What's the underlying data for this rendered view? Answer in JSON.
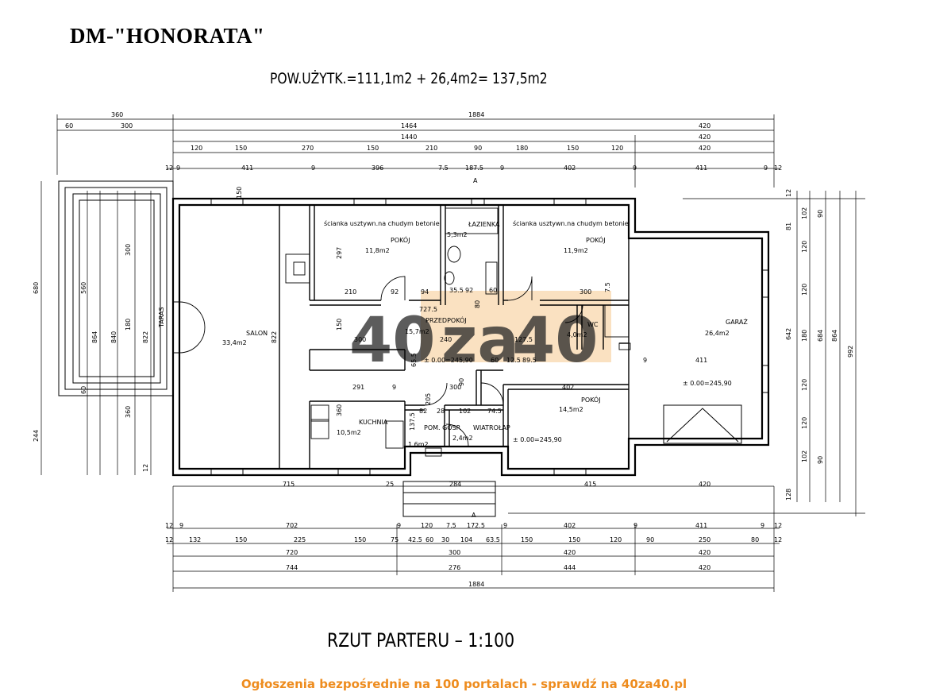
{
  "title": "DM-\"HONORATA\"",
  "area_summary": "POW.UŻYTK.=111,1m2  +  26,4m2=  137,5m2",
  "caption": "RZUT  PARTERU  –  1:100",
  "footer": "Ogłoszenia bezpośrednie na 100 portalach - sprawdź na 40za40.pl",
  "watermark": {
    "text": "40za40",
    "color": "#ee8c1e"
  },
  "rooms": [
    {
      "name": "SALON",
      "area": "33,4m2"
    },
    {
      "name": "POKÓJ",
      "area": "11,8m2"
    },
    {
      "name": "ŁAZIENKA",
      "area": "5,3m2"
    },
    {
      "name": "POKÓJ",
      "area": "11,9m2"
    },
    {
      "name": "PRZEDPOKÓJ",
      "area": "15,7m2"
    },
    {
      "name": "WC",
      "area": "4,0m2"
    },
    {
      "name": "GARAŻ",
      "area": "26,4m2"
    },
    {
      "name": "KUCHNIA",
      "area": "10,5m2"
    },
    {
      "name": "POM. GOSP.",
      "area": "1,6m2"
    },
    {
      "name": "WIATROŁAP",
      "area": "2,4m2"
    },
    {
      "name": "POKÓJ",
      "area": "14,5m2"
    }
  ],
  "labels": {
    "taras": "TARAS",
    "note_left": "ścianka usztywn.na chudym betonie",
    "note_right": "ścianka usztywn.na chudym betonie",
    "level1": "± 0.00=245,90",
    "level2": "± 0.00=245,90",
    "level3": "± 0.00=245,90",
    "section_a": "A"
  },
  "dims_top": {
    "row1": [
      "360",
      "1884"
    ],
    "row2": [
      "60",
      "300",
      "1464",
      "420"
    ],
    "row3": [
      "1440",
      "420"
    ],
    "row4": [
      "120",
      "150",
      "270",
      "150",
      "210",
      "90",
      "180",
      "150",
      "120",
      "420"
    ],
    "row5": [
      "12",
      "9",
      "411",
      "9",
      "396",
      "7.5",
      "187.5",
      "9",
      "402",
      "9",
      "411",
      "9",
      "12"
    ]
  },
  "dims_bottom": {
    "row1": [
      "12",
      "9",
      "702",
      "9",
      "120",
      "7.5",
      "172.5",
      "9",
      "402",
      "9",
      "411",
      "9",
      "12"
    ],
    "row2": [
      "12",
      "132",
      "150",
      "225",
      "150",
      "75",
      "42.5",
      "60",
      "30",
      "104",
      "63.5",
      "150",
      "150",
      "120",
      "90",
      "250",
      "80",
      "12"
    ],
    "row3": [
      "720",
      "300",
      "420",
      "420"
    ],
    "row4": [
      "744",
      "276",
      "444",
      "420"
    ],
    "row5": [
      "1884"
    ]
  },
  "dims_left": [
    "680",
    "560",
    "300",
    "864",
    "840",
    "180",
    "822",
    "360",
    "244",
    "60",
    "12"
  ],
  "dims_right": [
    "102",
    "90",
    "120",
    "120",
    "642",
    "684",
    "864",
    "180",
    "120",
    "120",
    "102",
    "90",
    "992",
    "12"
  ],
  "dims_inner": [
    "297",
    "210",
    "92",
    "94",
    "35.5",
    "92",
    "60",
    "300",
    "7.5",
    "727.5",
    "150",
    "300",
    "240",
    "127.5",
    "9",
    "411",
    "291",
    "9",
    "300",
    "402",
    "360",
    "102",
    "74.5",
    "284",
    "715",
    "25",
    "415",
    "420",
    "822",
    "81",
    "128",
    "150",
    "82",
    "65.5",
    "137.5",
    "28",
    "205",
    "90",
    "80",
    "60",
    "12.5",
    "89.5"
  ]
}
